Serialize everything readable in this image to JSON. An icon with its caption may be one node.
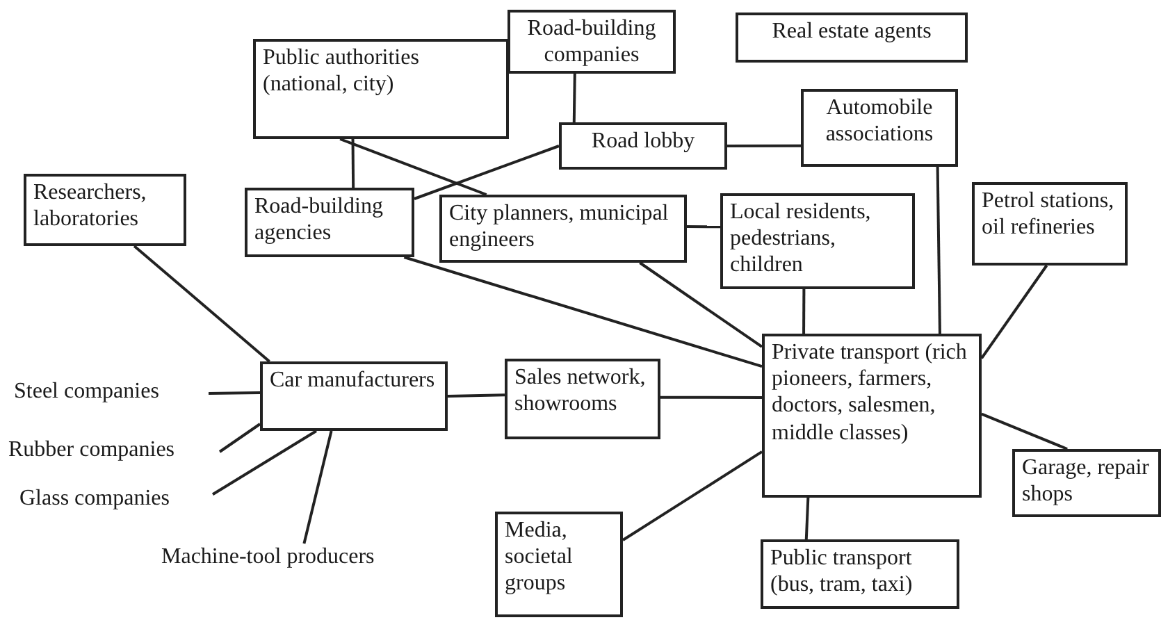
{
  "diagram": {
    "nodes": [
      {
        "text": [
          "Road-building companies"
        ]
      },
      {
        "text": [
          "Real estate agents"
        ]
      },
      {
        "text": [
          "Public authorities (national, city)"
        ]
      },
      {
        "text": [
          "Road lobby"
        ]
      },
      {
        "text": [
          "Automobile associations"
        ]
      },
      {
        "text": [
          "Researchers, laboratories"
        ]
      },
      {
        "text": [
          "Road-building agencies"
        ]
      },
      {
        "text": [
          "City planners, municipal engineers"
        ]
      },
      {
        "text": [
          "Local residents, pedestrians, children"
        ]
      },
      {
        "text": [
          "Petrol stations, oil refineries"
        ]
      },
      {
        "text": [
          "Private transport (rich pioneers, farmers, doctors, salesmen, middle classes)"
        ]
      },
      {
        "text": [
          "Car manufacturers"
        ]
      },
      {
        "text": [
          "Sales network, showrooms"
        ]
      },
      {
        "text": [
          "Steel companies"
        ]
      },
      {
        "text": [
          "Rubber companies"
        ]
      },
      {
        "text": [
          "Glass companies"
        ]
      },
      {
        "text": [
          "Machine-tool producers"
        ]
      },
      {
        "text": [
          "Media, societal groups"
        ]
      },
      {
        "text": [
          "Public transport (bus, tram, taxi)"
        ]
      },
      {
        "text": [
          "Garage, repair shops"
        ]
      }
    ],
    "edges": [
      {
        "from": 0,
        "to": 3,
        "arrow": "none"
      },
      {
        "from": 2,
        "to": 6,
        "arrow": "none"
      },
      {
        "from": 2,
        "to": 7,
        "arrow": "none"
      },
      {
        "from": 3,
        "to": 6,
        "arrow": "none"
      },
      {
        "from": 3,
        "to": 4,
        "arrow": "none"
      },
      {
        "from": 7,
        "to": 8,
        "arrow": "none"
      },
      {
        "from": 4,
        "to": 10,
        "arrow": "none"
      },
      {
        "from": 8,
        "to": 10,
        "arrow": "none"
      },
      {
        "from": 7,
        "to": 10,
        "arrow": "none"
      },
      {
        "from": 6,
        "to": 10,
        "arrow": "none"
      },
      {
        "from": 9,
        "to": 10,
        "arrow": "none"
      },
      {
        "from": 5,
        "to": 11,
        "arrow": "none"
      },
      {
        "from": 13,
        "to": 11,
        "arrow": "none"
      },
      {
        "from": 14,
        "to": 11,
        "arrow": "none"
      },
      {
        "from": 15,
        "to": 11,
        "arrow": "none"
      },
      {
        "from": 16,
        "to": 11,
        "arrow": "none"
      },
      {
        "from": 11,
        "to": 12,
        "arrow": "none"
      },
      {
        "from": 12,
        "to": 10,
        "arrow": "none"
      },
      {
        "from": 17,
        "to": 10,
        "arrow": "none"
      },
      {
        "from": 10,
        "to": 18,
        "arrow": "none"
      },
      {
        "from": 10,
        "to": 19,
        "arrow": "none"
      }
    ]
  }
}
